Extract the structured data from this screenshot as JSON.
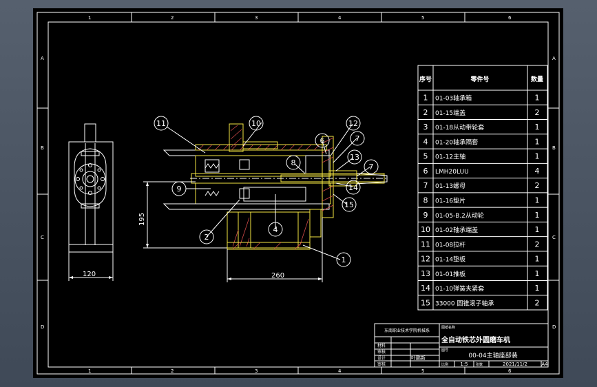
{
  "border": {
    "top_numbers": [
      "1",
      "2",
      "3",
      "4",
      "5",
      "6"
    ],
    "side_letters": [
      "A",
      "B",
      "C",
      "D"
    ]
  },
  "dimensions": {
    "height_195": "195",
    "length_260": "260",
    "width_120": "120"
  },
  "balloons": [
    "11",
    "10",
    "12",
    "6",
    "7",
    "8",
    "13",
    "7",
    "14",
    "9",
    "15",
    "2",
    "4",
    "1"
  ],
  "bom": {
    "headers": {
      "seq": "序号",
      "part": "零件号",
      "qty": "数量"
    },
    "rows": [
      {
        "seq": "1",
        "part": "01-03轴承箱",
        "qty": "1"
      },
      {
        "seq": "2",
        "part": "01-15端盖",
        "qty": "2"
      },
      {
        "seq": "3",
        "part": "01-18从动带轮套",
        "qty": "1"
      },
      {
        "seq": "4",
        "part": "01-20轴承隔套",
        "qty": "1"
      },
      {
        "seq": "5",
        "part": "01-12主轴",
        "qty": "1"
      },
      {
        "seq": "6",
        "part": "LMH20LUU",
        "qty": "4"
      },
      {
        "seq": "7",
        "part": "01-13螺母",
        "qty": "2"
      },
      {
        "seq": "8",
        "part": "01-16垫片",
        "qty": "1"
      },
      {
        "seq": "9",
        "part": "01-05-B.2从动轮",
        "qty": "1"
      },
      {
        "seq": "10",
        "part": "01-02轴承端盖",
        "qty": "1"
      },
      {
        "seq": "11",
        "part": "01-08拉杆",
        "qty": "2"
      },
      {
        "seq": "12",
        "part": "01-14垫板",
        "qty": "1"
      },
      {
        "seq": "13",
        "part": "01-01推板",
        "qty": "1"
      },
      {
        "seq": "14",
        "part": "01-10弹簧夹紧套",
        "qty": "1"
      },
      {
        "seq": "15",
        "part": "33000 圆锥滚子轴承",
        "qty": "2"
      }
    ]
  },
  "title_block": {
    "school": "东南职业技术学院机械系",
    "small_tag": "图纸名称",
    "title": "全自动铁芯外圆磨车机",
    "small_tag2": "图号",
    "subtitle": "00-04主轴座部装",
    "material_label": "材料",
    "check_label": "审核",
    "design_label": "设计",
    "designer": "叶鹏新",
    "check_label2": "审核",
    "scale_label": "比例",
    "scale": "1:5",
    "sheet_label": "张数",
    "date": "2021/11/2",
    "paper": "A4"
  }
}
